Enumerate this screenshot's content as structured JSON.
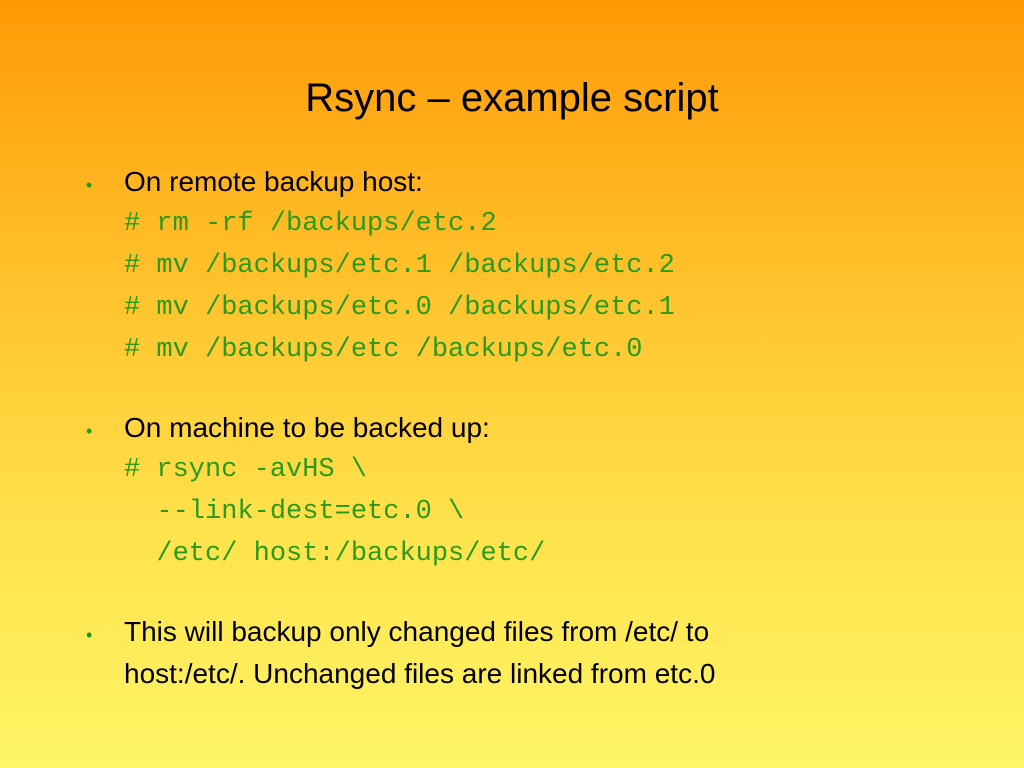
{
  "slide": {
    "title": "Rsync – example script",
    "bullet_marker": "•",
    "bullets": [
      {
        "text": "On remote backup host:",
        "code": [
          "# rm -rf /backups/etc.2",
          "# mv /backups/etc.1 /backups/etc.2",
          "# mv /backups/etc.0 /backups/etc.1",
          "# mv /backups/etc /backups/etc.0"
        ]
      },
      {
        "text": "On machine to be backed up:",
        "code": [
          "# rsync -avHS \\",
          "  --link-dest=etc.0 \\",
          "  /etc/ host:/backups/etc/"
        ]
      },
      {
        "text_lines": [
          "This will backup only changed files from /etc/ to",
          "host:/etc/.  Unchanged files are linked from etc.0"
        ]
      }
    ]
  },
  "colors": {
    "background_top": "#ff9a06",
    "background_bottom": "#fff566",
    "code_text": "#2a9a1e",
    "bullet_marker": "#1a9a1a"
  }
}
